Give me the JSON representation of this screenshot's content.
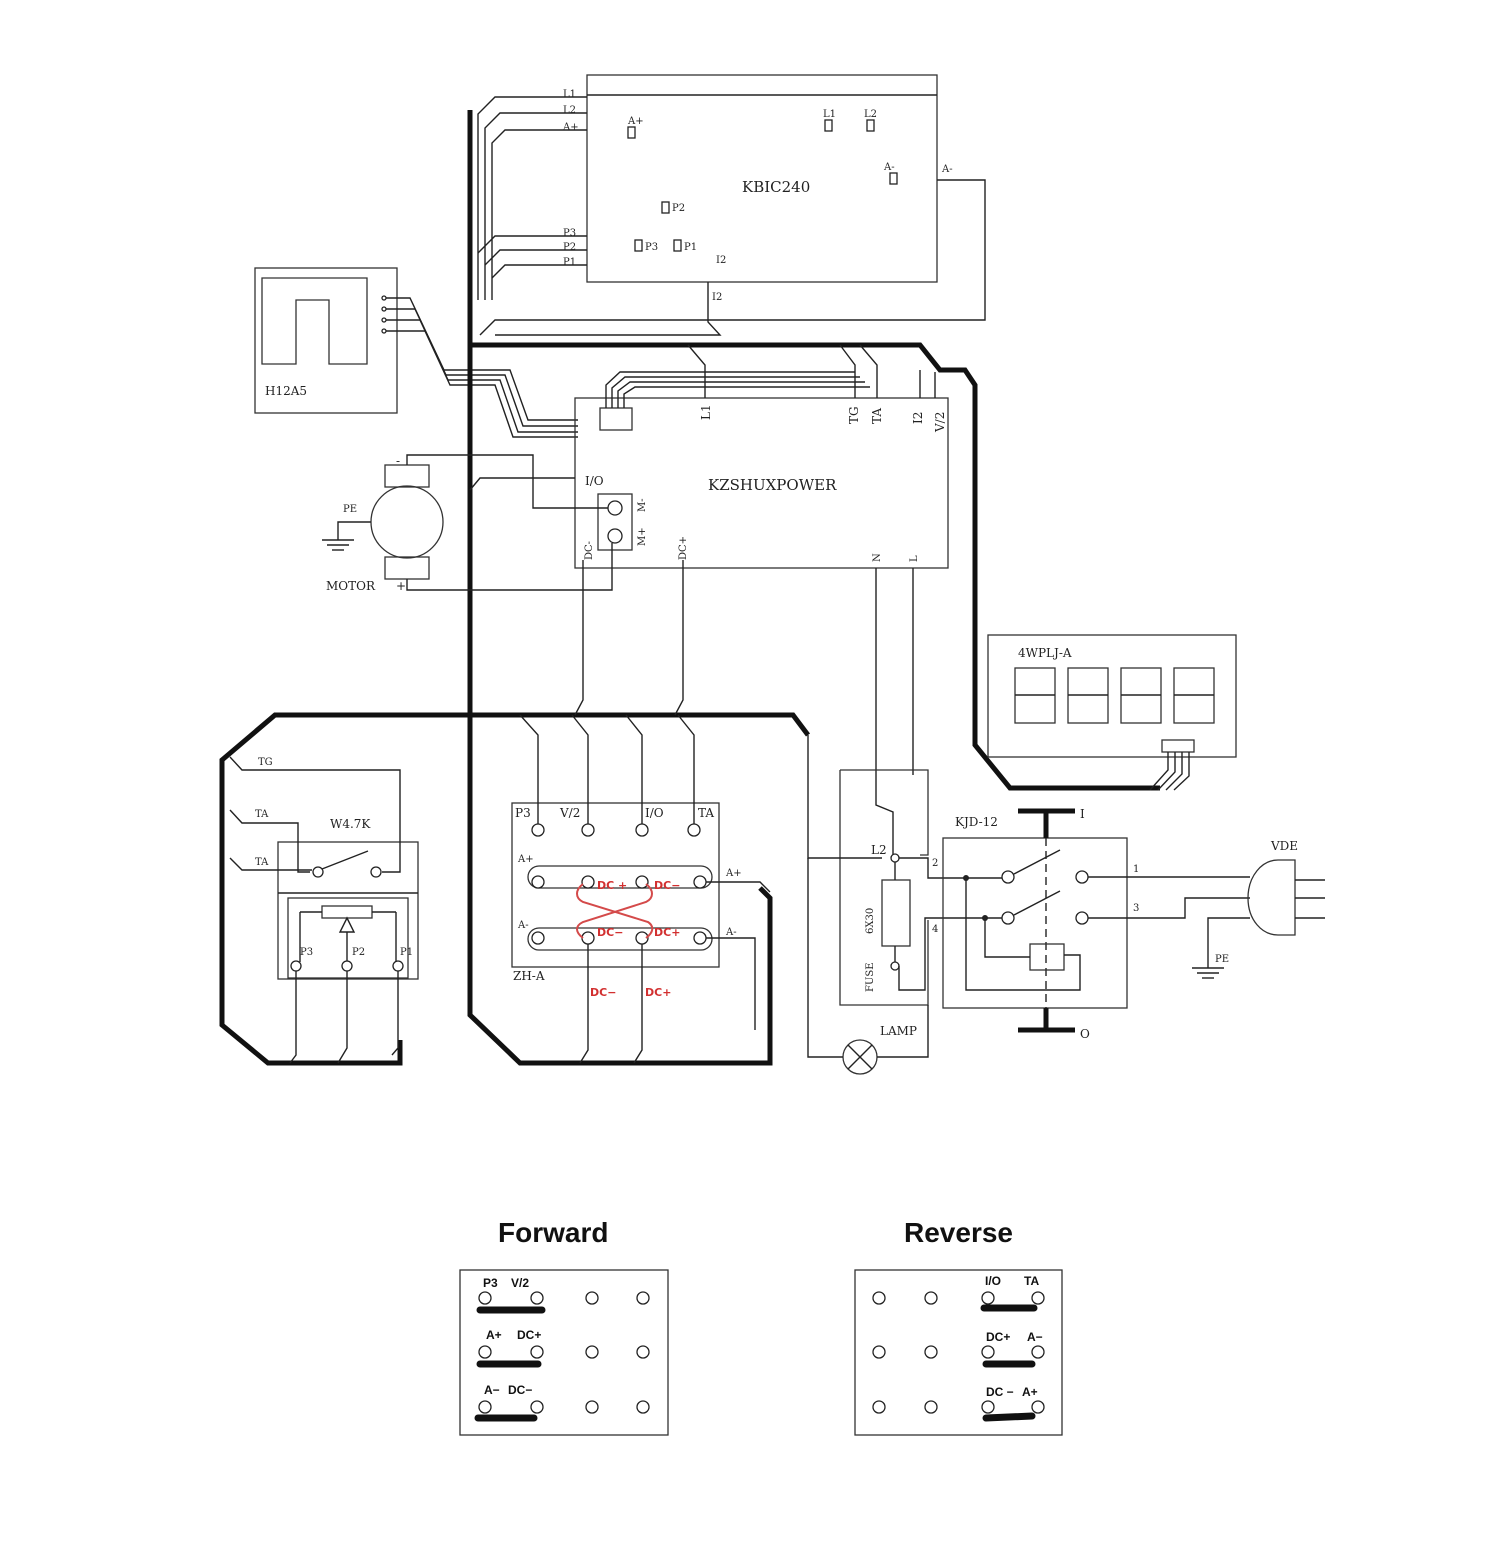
{
  "components": {
    "kbic": {
      "name": "KBIC240",
      "left_pins": [
        "L1",
        "L2",
        "A+"
      ],
      "left_pins_low": [
        "P3",
        "P2",
        "P1"
      ],
      "terminals": [
        "A+",
        "L1",
        "L2",
        "A-",
        "P2",
        "P3",
        "P1",
        "I2"
      ],
      "right_label": "A-",
      "bottom_label": "I2"
    },
    "hall": {
      "name": "H12A5"
    },
    "kz": {
      "name": "KZSHUXPOWER",
      "top_labels": [
        "L1",
        "TG",
        "TA",
        "I2",
        "V/2"
      ],
      "io": "I/O",
      "mminus": "M-",
      "mplus": "M+",
      "dcminus": "DC-",
      "dcplus": "DC+",
      "n": "N",
      "l": "L"
    },
    "motor": {
      "name": "MOTOR",
      "pe": "PE",
      "minus": "-",
      "plus": "+"
    },
    "display": {
      "name": "4WPLJ-A"
    },
    "pot": {
      "name": "W4.7K",
      "tg": "TG",
      "ta1": "TA",
      "ta2": "TA",
      "p3": "P3",
      "p2": "P2",
      "p1": "P1"
    },
    "zha": {
      "name": "ZH-A",
      "top": [
        "P3",
        "V/2",
        "I/O",
        "TA"
      ],
      "aplus": "A+",
      "aminus": "A-",
      "aplus_r": "A+",
      "aminus_r": "A-",
      "red": [
        "DC +",
        "DC−",
        "DC−",
        "DC+"
      ],
      "red_bottom": [
        "DC−",
        "DC+"
      ]
    },
    "fuse": {
      "l2": "L2",
      "size": "6X30",
      "name": "FUSE"
    },
    "kjd": {
      "name": "KJD-12",
      "on": "I",
      "off": "O",
      "n1": "1",
      "n2": "2",
      "n3": "3",
      "n4": "4"
    },
    "lamp": {
      "name": "LAMP"
    },
    "plug": {
      "name": "VDE",
      "pe": "PE"
    }
  },
  "forward": {
    "title": "Forward",
    "labels": [
      "P3",
      "V/2",
      "A+",
      "DC+",
      "A−",
      "DC−"
    ]
  },
  "reverse": {
    "title": "Reverse",
    "labels": [
      "I/O",
      "TA",
      "DC+",
      "A−",
      "DC −",
      "A+"
    ]
  },
  "colors": {
    "accent_red": "#d23030",
    "wire": "#111111"
  }
}
